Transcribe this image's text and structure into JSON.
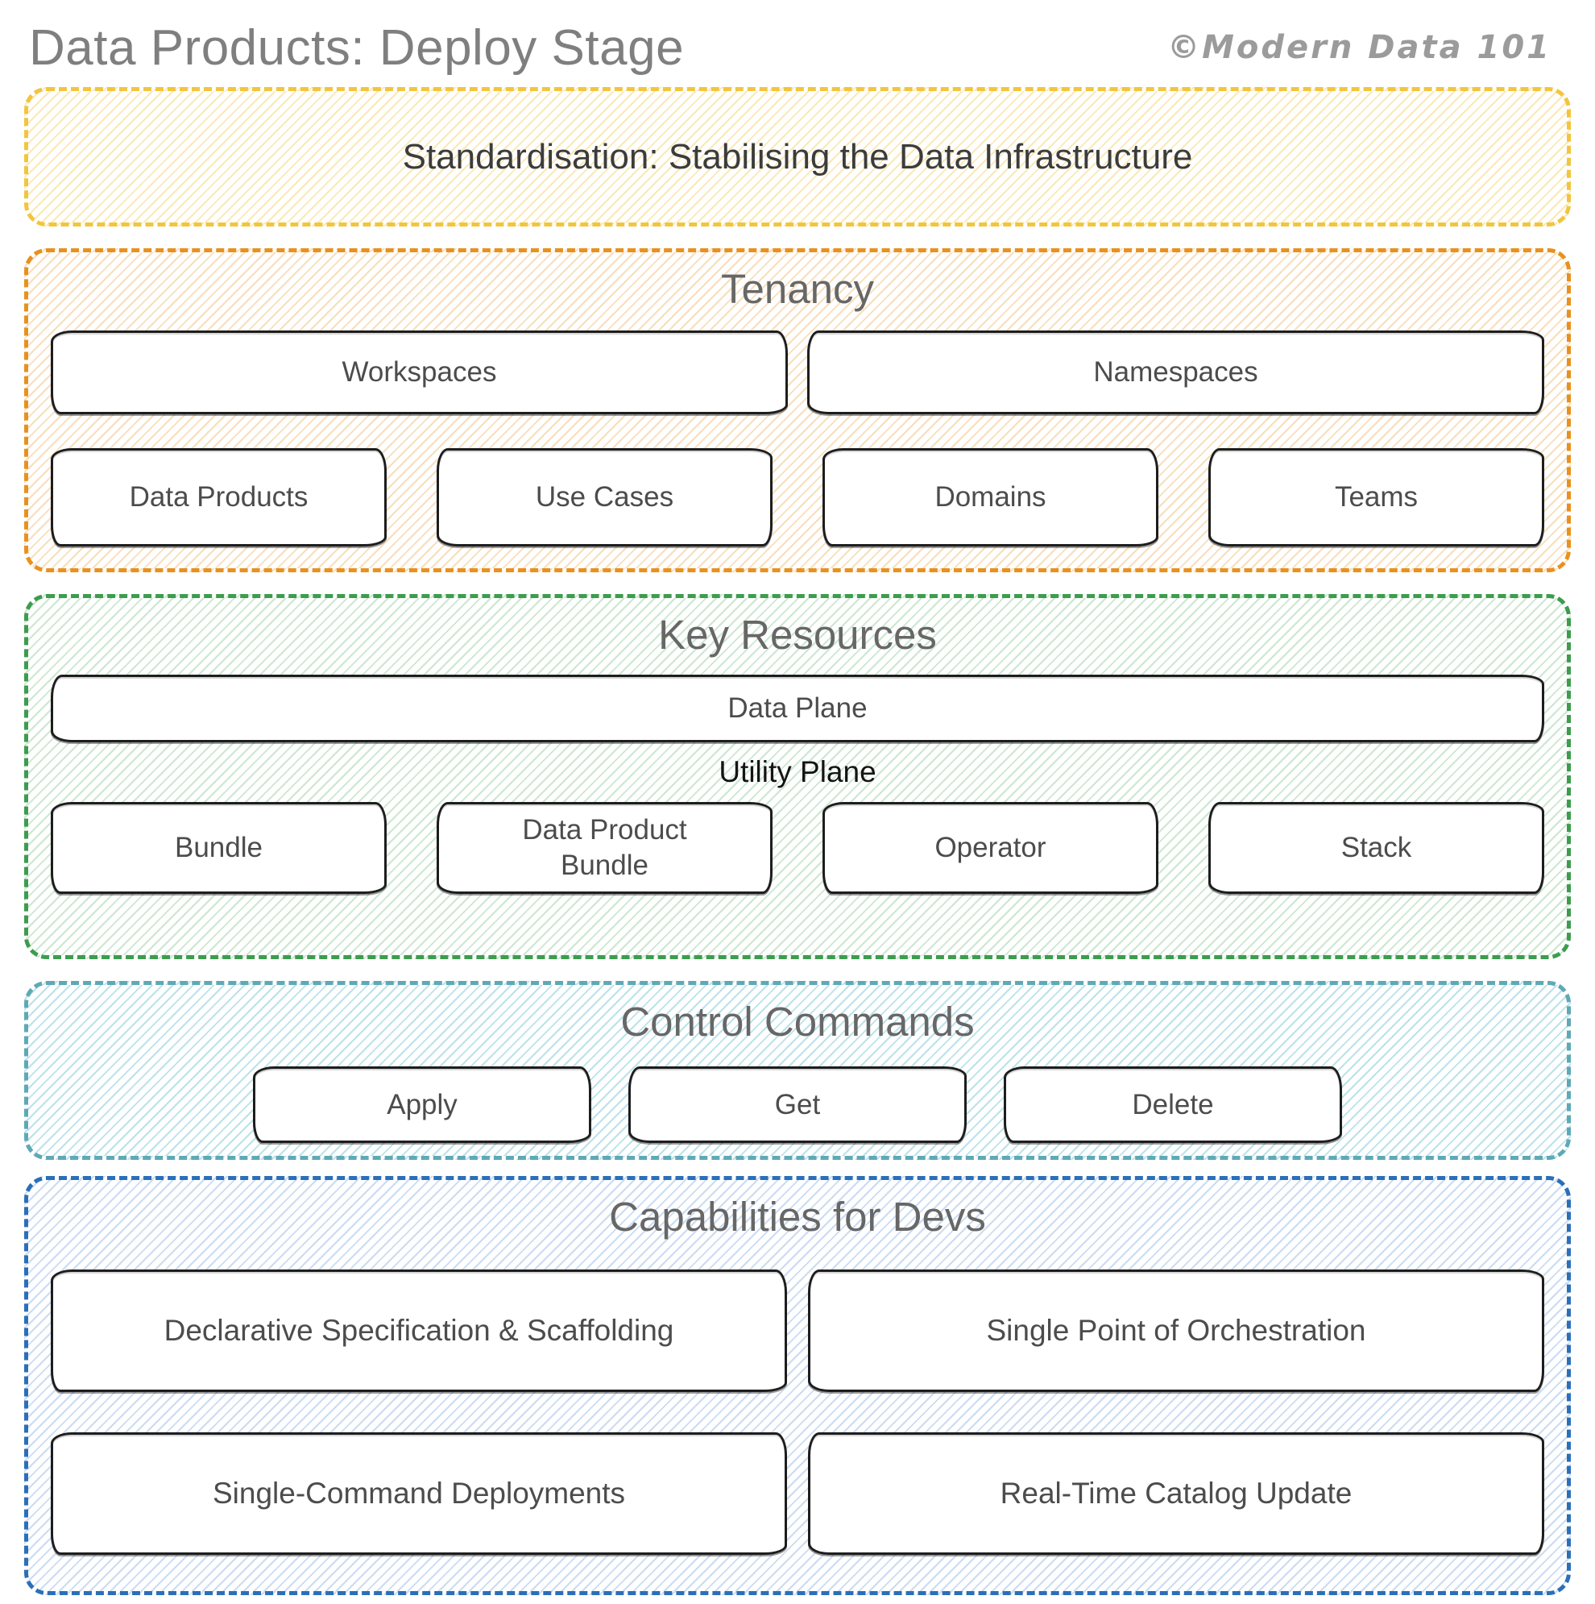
{
  "header": {
    "title": "Data Products: Deploy Stage",
    "logo": "©Modern Data 101"
  },
  "sections": {
    "standardisation": {
      "label": "Standardisation: Stabilising the Data Infrastructure"
    },
    "tenancy": {
      "title": "Tenancy",
      "row1": [
        "Workspaces",
        "Namespaces"
      ],
      "row2": [
        "Data Products",
        "Use Cases",
        "Domains",
        "Teams"
      ]
    },
    "key_resources": {
      "title": "Key Resources",
      "data_plane": "Data Plane",
      "utility_plane": "Utility Plane",
      "items": [
        "Bundle",
        "Data Product Bundle",
        "Operator",
        "Stack"
      ]
    },
    "control_commands": {
      "title": "Control Commands",
      "items": [
        "Apply",
        "Get",
        "Delete"
      ]
    },
    "capabilities": {
      "title": "Capabilities for Devs",
      "items": [
        "Declarative Specification & Scaffolding",
        "Single Point of Orchestration",
        "Single-Command Deployments",
        "Real-Time Catalog Update"
      ]
    }
  },
  "colors": {
    "title_text": "#7f7f7f",
    "box_border": "#1d1d1d",
    "box_label_text": "#4c4c4c",
    "standardisation_border": "#f2c53e",
    "tenancy_border": "#e8911f",
    "key_resources_border": "#3d9c4e",
    "control_commands_border": "#5fa9b6",
    "capabilities_border": "#2b6fb9"
  }
}
